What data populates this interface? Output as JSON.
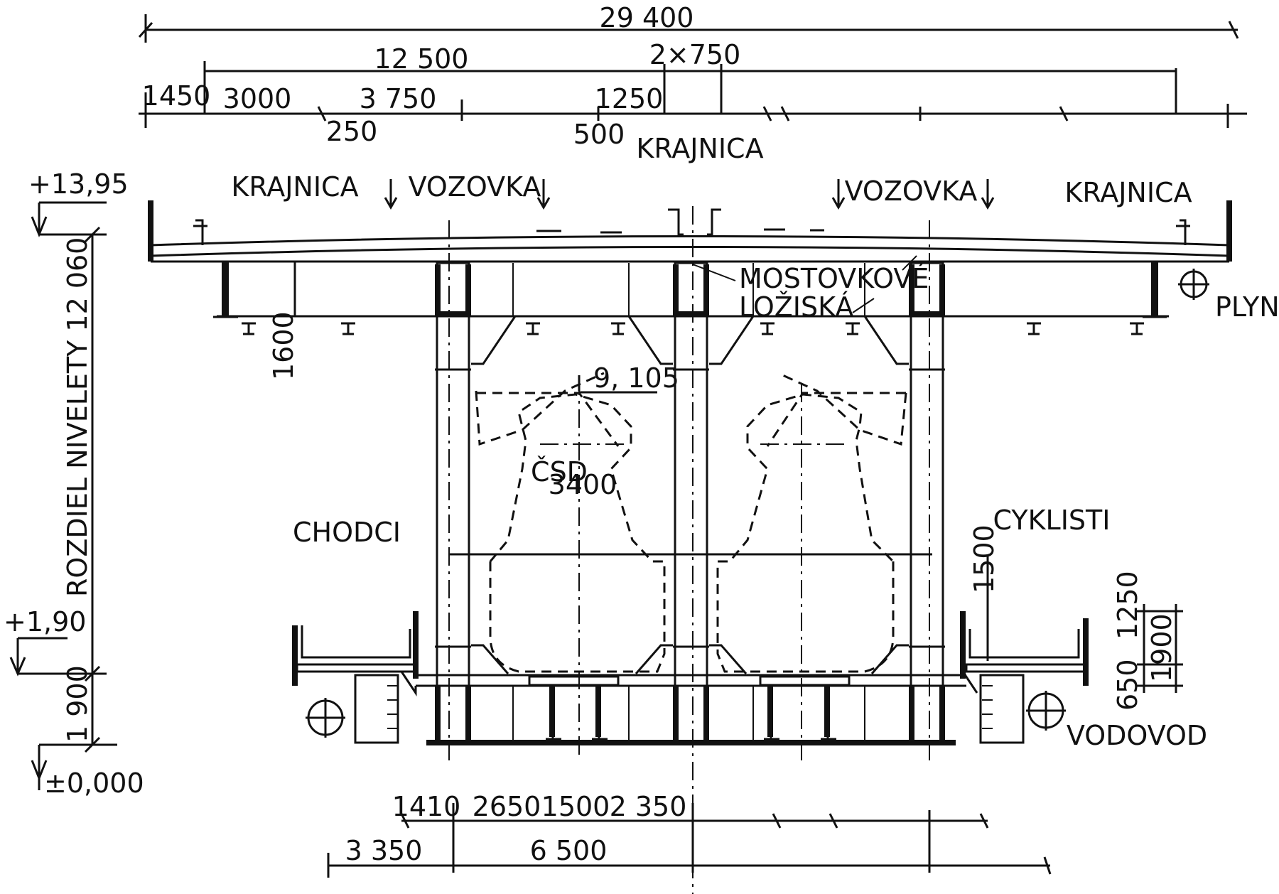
{
  "top_dims": {
    "overall": "29 400",
    "half_width": "12 500",
    "lane_pair": "2×750",
    "d1": "1450",
    "d2": "3000",
    "d3": "3 750",
    "d4": "1250",
    "d5": "250",
    "d6": "500"
  },
  "labels": {
    "krajnica_top": "KRAJNICA",
    "krajnica_left": "KRAJNICA",
    "vozovka_left": "VOZOVKA",
    "vozovka_right": "VOZOVKA",
    "krajnica_right": "KRAJNICA",
    "bearings_line1": "MOSTOVKOVÉ",
    "bearings_line2": "LOŽISKÁ",
    "gas": "PLYN",
    "rail": "ČSD",
    "pedestrians": "CHODCI",
    "cyclists": "CYKLISTI",
    "water": "VODOVOD"
  },
  "levels": {
    "top": "+13,95",
    "mid": "+1,90",
    "base": "±0,000",
    "difference_label": "ROZDIEL NIVELETY 12 060",
    "lower_dim": "1 900"
  },
  "inner_dims": {
    "girder_depth": "1600",
    "rail_level": "9, 105",
    "rail_width": "3400",
    "cycle_clearance": "1500",
    "side_a": "1250",
    "side_b": "1900",
    "side_c": "650"
  },
  "bottom_dims": {
    "b1": "1410",
    "b2": "2650",
    "b3": "1500",
    "b4": "2 350",
    "c1": "3 350",
    "c2": "6 500"
  }
}
